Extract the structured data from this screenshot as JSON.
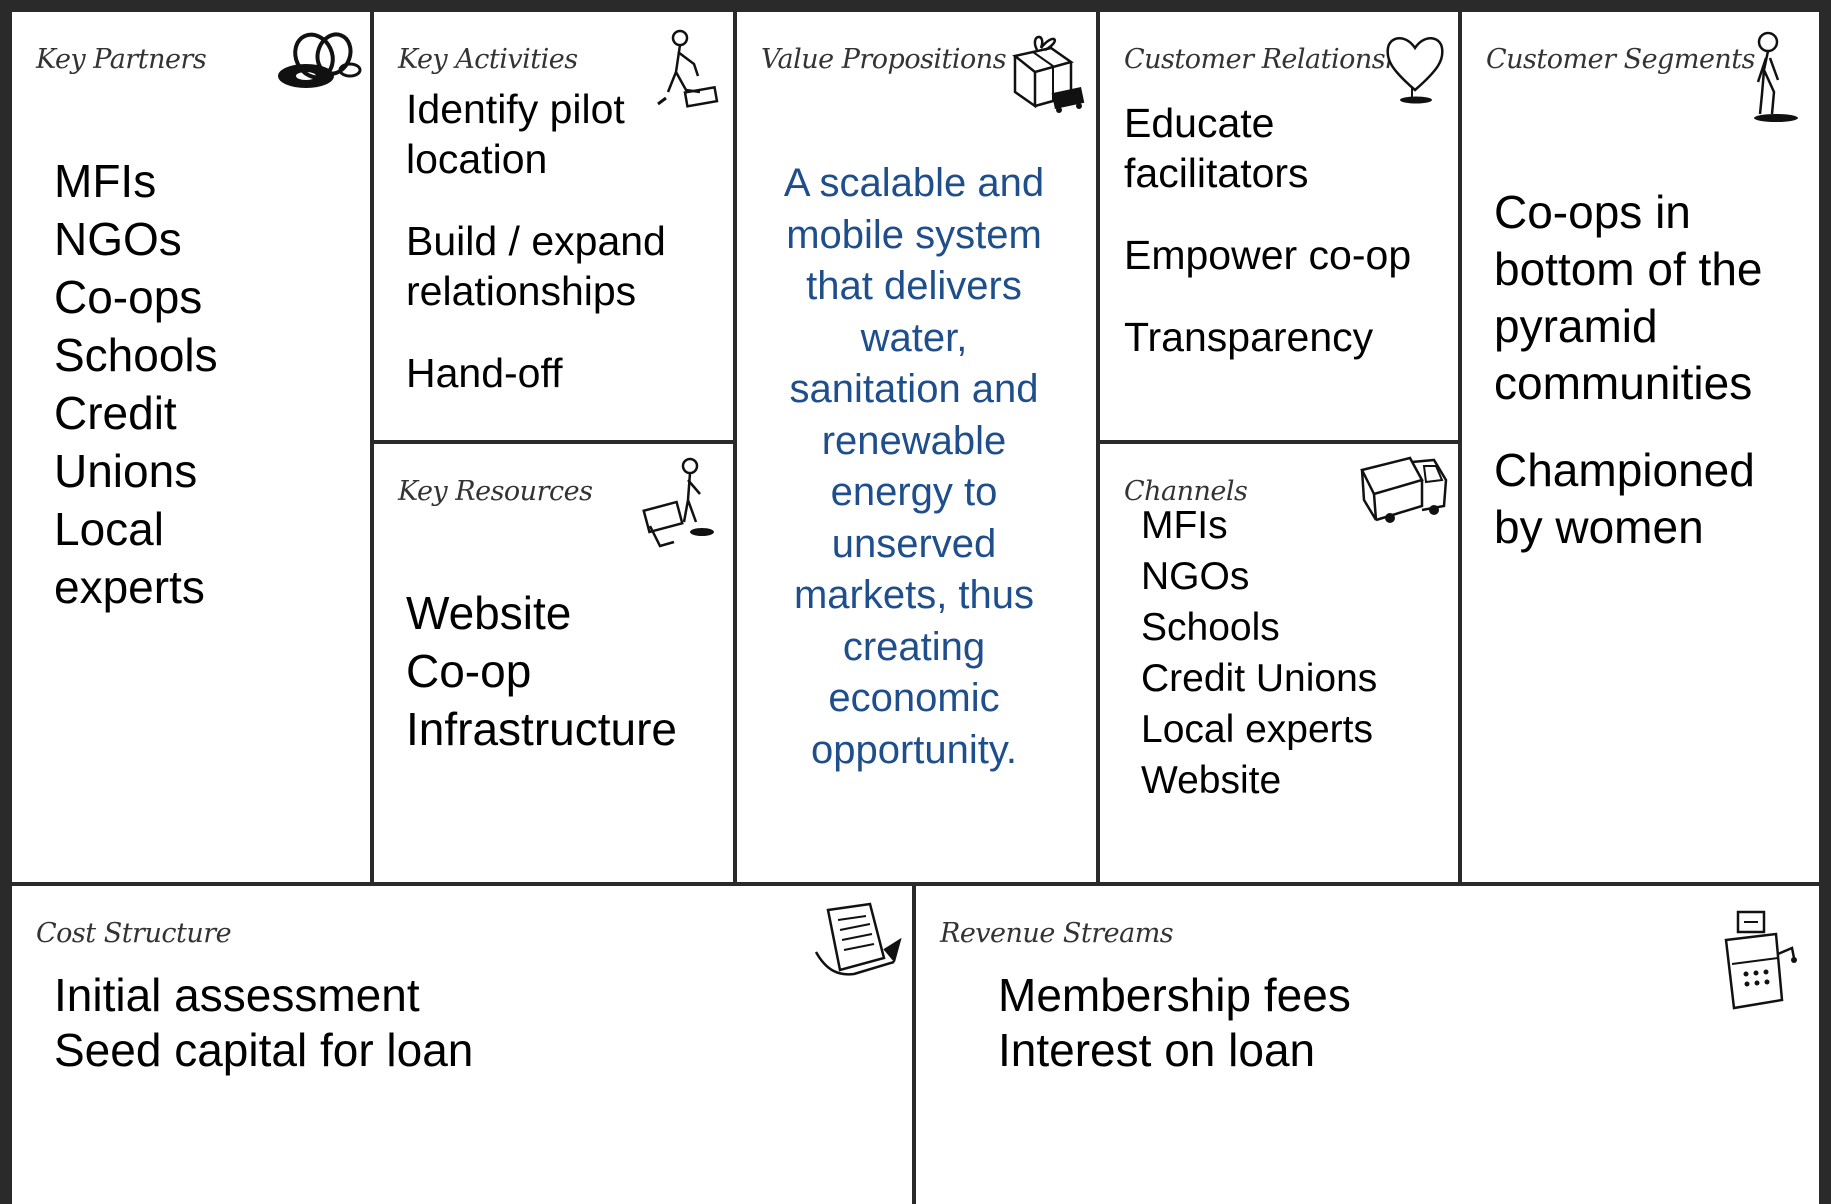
{
  "key_partners": {
    "title": "Key Partners",
    "icon": "rings-icon",
    "items": [
      "MFIs",
      "NGOs",
      "Co-ops",
      "Schools",
      "Credit",
      "Unions",
      "Local",
      "experts"
    ]
  },
  "key_activities": {
    "title": "Key Activities",
    "icon": "worker-icon",
    "items": [
      [
        "Identify pilot",
        "location"
      ],
      [
        "Build / expand",
        "relationships"
      ],
      [
        "Hand-off"
      ]
    ]
  },
  "key_resources": {
    "title": "Key Resources",
    "icon": "person-with-box-icon",
    "items": [
      "Website",
      "Co-op",
      "Infrastructure"
    ]
  },
  "value_propositions": {
    "title": "Value Propositions",
    "icon": "gift-icon",
    "lines": [
      "A scalable and",
      "mobile system",
      "that delivers",
      "water,",
      "sanitation and",
      "renewable",
      "energy to",
      "unserved",
      "markets, thus",
      "creating",
      "economic",
      "opportunity."
    ]
  },
  "customer_relationships": {
    "title": "Customer Relationships",
    "icon": "heart-icon",
    "items": [
      [
        "Educate",
        "facilitators"
      ],
      [
        "Empower co-op"
      ],
      [
        "Transparency"
      ]
    ]
  },
  "channels": {
    "title": "Channels",
    "icon": "truck-icon",
    "items": [
      "MFIs",
      "NGOs",
      "Schools",
      "Credit Unions",
      "Local experts",
      "Website"
    ]
  },
  "customer_segments": {
    "title": "Customer Segments",
    "icon": "standing-person-icon",
    "items": [
      [
        "Co-ops in",
        "bottom of the",
        "pyramid",
        "communities"
      ],
      [
        "Championed",
        "by women"
      ]
    ]
  },
  "cost_structure": {
    "title": "Cost Structure",
    "icon": "invoice-icon",
    "items": [
      "Initial assessment",
      "Seed capital for loan"
    ]
  },
  "revenue_streams": {
    "title": "Revenue Streams",
    "icon": "cash-register-icon",
    "items": [
      "Membership fees",
      "Interest on loan"
    ]
  },
  "colors": {
    "border": "#2a2a2a",
    "value_text": "#1f4e8c",
    "body_text": "#000000"
  }
}
